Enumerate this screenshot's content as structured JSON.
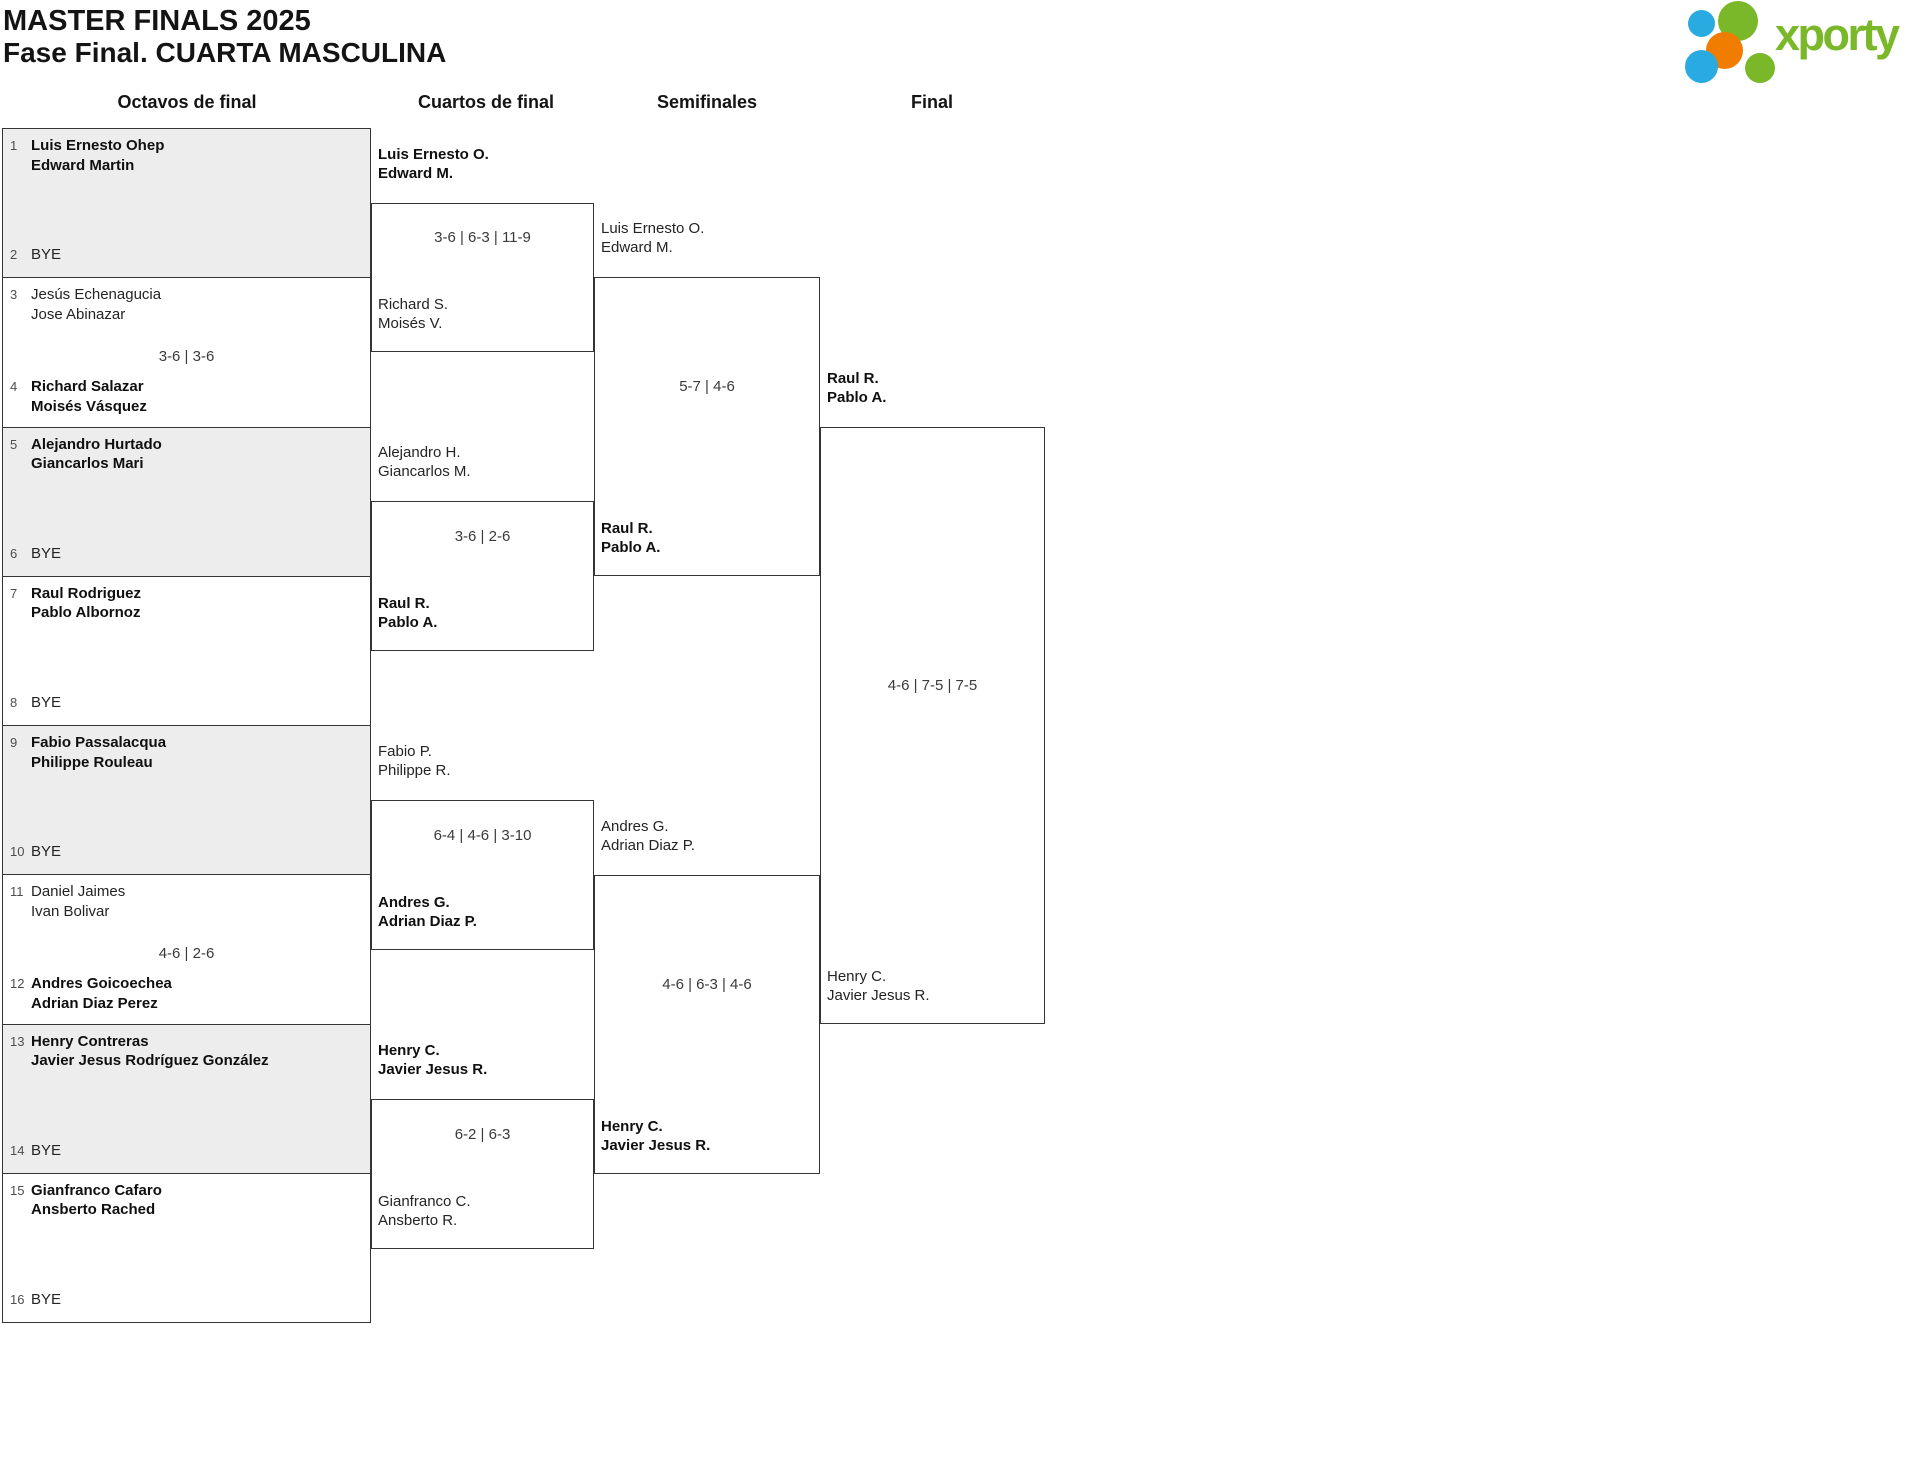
{
  "header": {
    "title": "MASTER FINALS 2025",
    "subtitle": "Fase Final. CUARTA MASCULINA"
  },
  "logo": {
    "brand": "xporty",
    "colors": {
      "green": "#7ab829",
      "blue": "#29abe2",
      "orange": "#f07c00"
    }
  },
  "rounds": [
    "Octavos de final",
    "Cuartos de final",
    "Semifinales",
    "Final"
  ],
  "octavos": [
    {
      "top": {
        "seed": "1",
        "line1": "Luis Ernesto Ohep",
        "line2": "Edward Martin",
        "winner": true
      },
      "bottom": {
        "seed": "2",
        "line1": "BYE",
        "winner": false
      }
    },
    {
      "top": {
        "seed": "3",
        "line1": "Jesús Echenagucia",
        "line2": "Jose Abinazar",
        "winner": false
      },
      "score": "3-6 | 3-6",
      "bottom": {
        "seed": "4",
        "line1": "Richard Salazar",
        "line2": "Moisés Vásquez",
        "winner": true
      }
    },
    {
      "top": {
        "seed": "5",
        "line1": "Alejandro Hurtado",
        "line2": "Giancarlos Mari",
        "winner": true
      },
      "bottom": {
        "seed": "6",
        "line1": "BYE",
        "winner": false
      }
    },
    {
      "top": {
        "seed": "7",
        "line1": "Raul Rodriguez",
        "line2": "Pablo Albornoz",
        "winner": true
      },
      "bottom": {
        "seed": "8",
        "line1": "BYE",
        "winner": false
      }
    },
    {
      "top": {
        "seed": "9",
        "line1": "Fabio Passalacqua",
        "line2": "Philippe Rouleau",
        "winner": true
      },
      "bottom": {
        "seed": "10",
        "line1": "BYE",
        "winner": false
      }
    },
    {
      "top": {
        "seed": "11",
        "line1": "Daniel Jaimes",
        "line2": "Ivan Bolivar",
        "winner": false
      },
      "score": "4-6 | 2-6",
      "bottom": {
        "seed": "12",
        "line1": "Andres Goicoechea",
        "line2": "Adrian Diaz Perez",
        "winner": true
      }
    },
    {
      "top": {
        "seed": "13",
        "line1": "Henry Contreras",
        "line2": "Javier Jesus Rodríguez González",
        "winner": true
      },
      "bottom": {
        "seed": "14",
        "line1": "BYE",
        "winner": false
      }
    },
    {
      "top": {
        "seed": "15",
        "line1": "Gianfranco Cafaro",
        "line2": "Ansberto Rached",
        "winner": true
      },
      "bottom": {
        "seed": "16",
        "line1": "BYE",
        "winner": false
      }
    }
  ],
  "cuartos": [
    {
      "top": {
        "line1": "Luis Ernesto O.",
        "line2": "Edward M.",
        "winner": true
      },
      "score": "3-6 | 6-3 | 11-9",
      "bottom": {
        "line1": "Richard S.",
        "line2": "Moisés V.",
        "winner": false
      }
    },
    {
      "top": {
        "line1": "Alejandro H.",
        "line2": "Giancarlos M.",
        "winner": false
      },
      "score": "3-6 | 2-6",
      "bottom": {
        "line1": "Raul R.",
        "line2": "Pablo A.",
        "winner": true
      }
    },
    {
      "top": {
        "line1": "Fabio P.",
        "line2": "Philippe R.",
        "winner": false
      },
      "score": "6-4 | 4-6 | 3-10",
      "bottom": {
        "line1": "Andres G.",
        "line2": "Adrian Diaz P.",
        "winner": true
      }
    },
    {
      "top": {
        "line1": "Henry C.",
        "line2": "Javier Jesus R.",
        "winner": true
      },
      "score": "6-2 | 6-3",
      "bottom": {
        "line1": "Gianfranco C.",
        "line2": "Ansberto R.",
        "winner": false
      }
    }
  ],
  "semifinales": [
    {
      "top": {
        "line1": "Luis Ernesto O.",
        "line2": "Edward M.",
        "winner": false
      },
      "score": "5-7 | 4-6",
      "bottom": {
        "line1": "Raul R.",
        "line2": "Pablo A.",
        "winner": true
      }
    },
    {
      "top": {
        "line1": "Andres G.",
        "line2": "Adrian Diaz P.",
        "winner": false
      },
      "score": "4-6 | 6-3 | 4-6",
      "bottom": {
        "line1": "Henry C.",
        "line2": "Javier Jesus R.",
        "winner": true
      }
    }
  ],
  "final": {
    "top": {
      "line1": "Raul R.",
      "line2": "Pablo A.",
      "winner": true
    },
    "score": "4-6 | 7-5 | 7-5",
    "bottom": {
      "line1": "Henry C.",
      "line2": "Javier Jesus R.",
      "winner": false
    }
  }
}
